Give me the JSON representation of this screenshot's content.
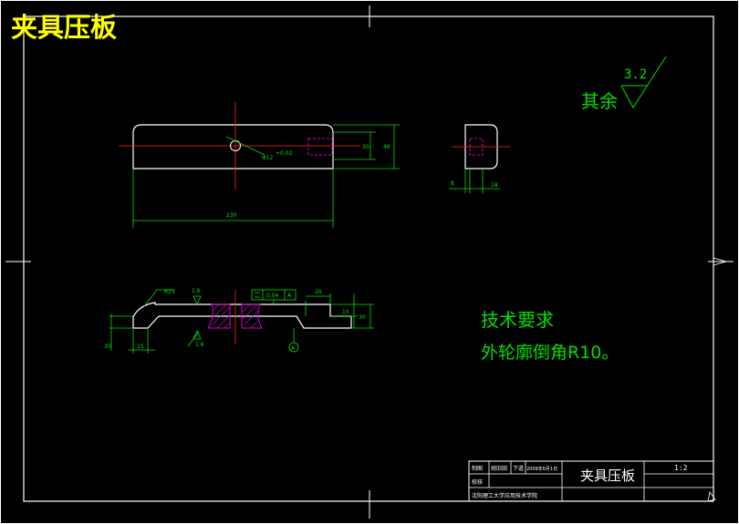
{
  "header": {
    "title": "夹具压板"
  },
  "surface_finish": {
    "label": "其余",
    "value": "3.2"
  },
  "notes": {
    "heading": "技术要求",
    "line1": "外轮廓倒角R10。"
  },
  "front_view": {
    "dim_length": "230",
    "dim_height_inner": "30",
    "dim_height_outer": "46",
    "hole_callout": "Φ12",
    "hole_tol": "+0.02"
  },
  "side_view": {
    "dim_a": "8",
    "dim_b": "18"
  },
  "section_view": {
    "dim_r": "R25",
    "roughness_1": "1.6",
    "roughness_2": "1.6",
    "flatness": "0.04",
    "datum": "A",
    "dim_right": "20",
    "dim_depth": "15",
    "dim_total": "30",
    "dim_left_h": "30",
    "dim_left_w": "15"
  },
  "title_block": {
    "part_name": "夹具压板",
    "scale": "1:2",
    "r1c1": "制图",
    "r1c2": "胡旧田",
    "r1c3": "下道",
    "r1c4": "2009年6月1日",
    "r2c1": "校核",
    "school": "沈阳理工大学应用技术学院"
  },
  "colors": {
    "frame": "#ffffff",
    "outline": "#ffffff",
    "green": "#00e000",
    "red": "#ff2020",
    "magenta": "#d000d0",
    "yellow": "#ffff00"
  }
}
